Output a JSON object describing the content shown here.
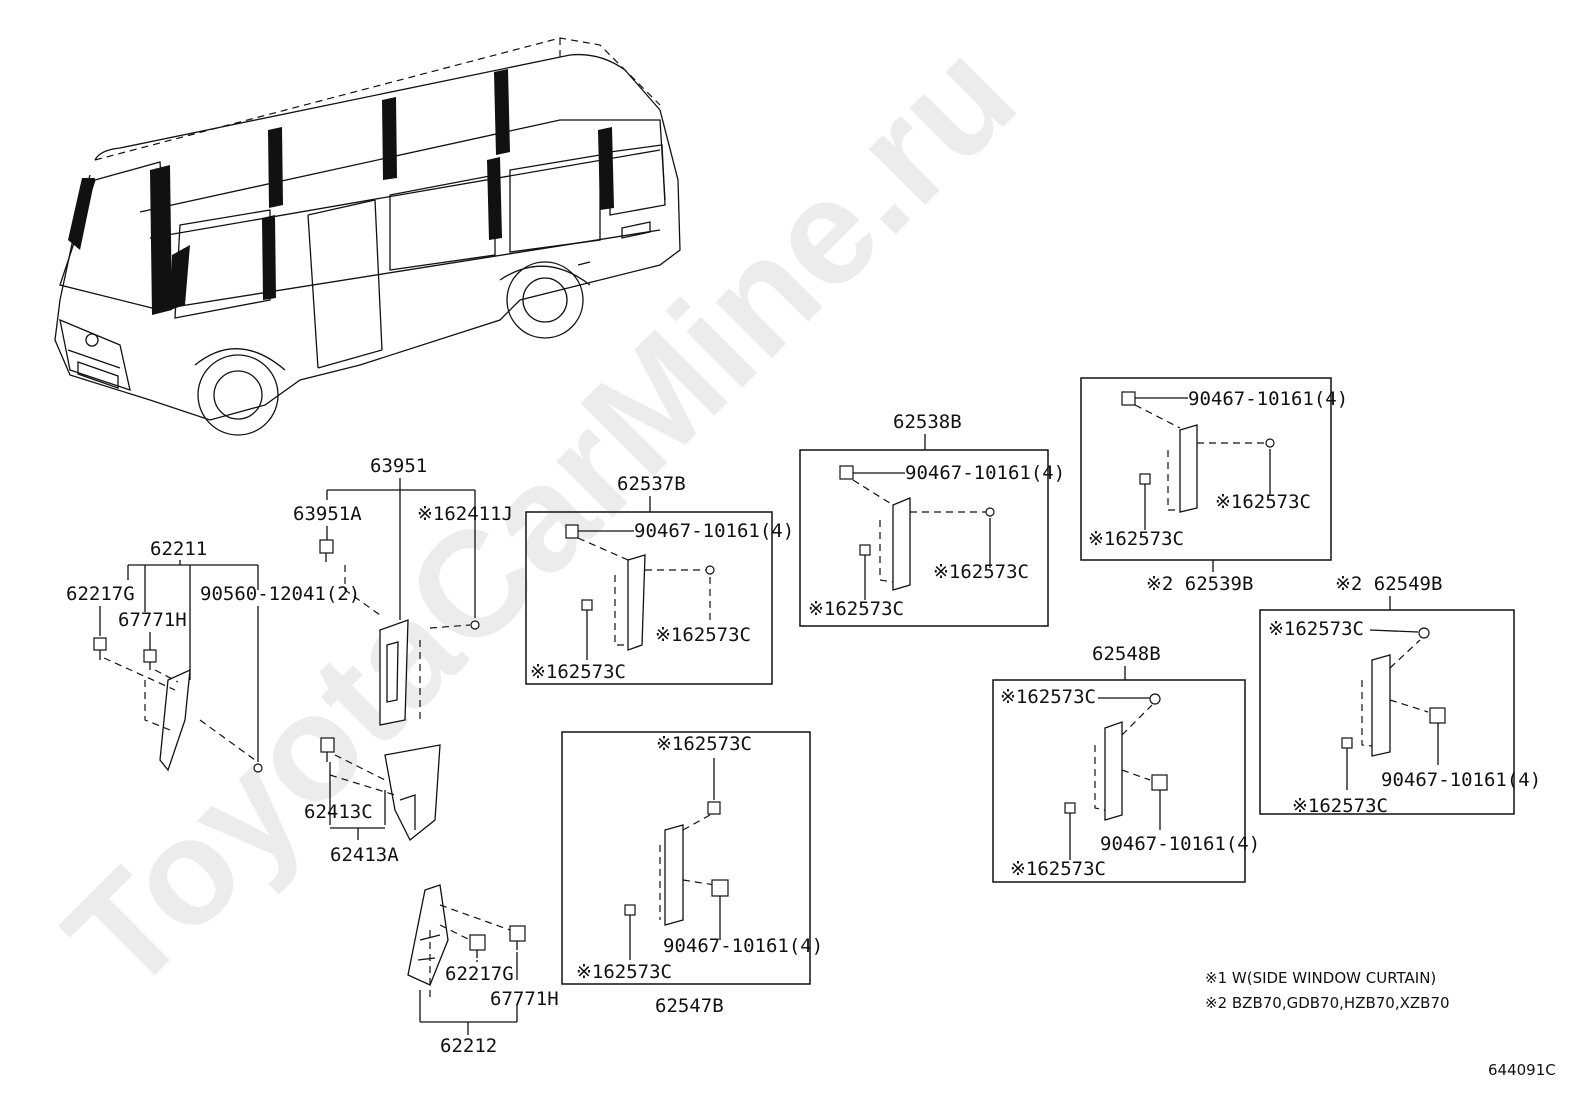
{
  "watermark": "ToyotaCarMine.ru",
  "diagram_id": "644091C",
  "notes": [
    "※1 W(SIDE WINDOW CURTAIN)",
    "※2 BZB70,GDB70,HZB70,XZB70"
  ],
  "groups": {
    "g62211": {
      "parent": "62211",
      "a": "62217G",
      "b": "67771H",
      "c": "90560-12041(2)"
    },
    "g63951": {
      "parent": "63951",
      "a": "63951A",
      "b": "※162411J"
    },
    "g62413A": {
      "parent": "62413A",
      "a": "62413C"
    },
    "g62212": {
      "parent": "62212",
      "a": "62217G",
      "b": "67771H"
    },
    "g62537B": {
      "parent": "62537B",
      "bolt": "90467-10161(4)",
      "clip1": "※162573C",
      "clip2": "※162573C"
    },
    "g62547B": {
      "parent": "62547B",
      "bolt": "90467-10161(4)",
      "clip1": "※162573C",
      "clip2": "※162573C"
    },
    "g62538B": {
      "parent": "62538B",
      "bolt": "90467-10161(4)",
      "clip1": "※162573C",
      "clip2": "※162573C"
    },
    "g62539B": {
      "parent": "※2 62539B",
      "bolt": "90467-10161(4)",
      "clip1": "※162573C",
      "clip2": "※162573C"
    },
    "g62548B": {
      "parent": "62548B",
      "bolt": "90467-10161(4)",
      "clip1": "※162573C",
      "clip2": "※162573C"
    },
    "g62549B": {
      "parent": "※2 62549B",
      "bolt": "90467-10161(4)",
      "clip1": "※162573C",
      "clip2": "※162573C"
    }
  }
}
